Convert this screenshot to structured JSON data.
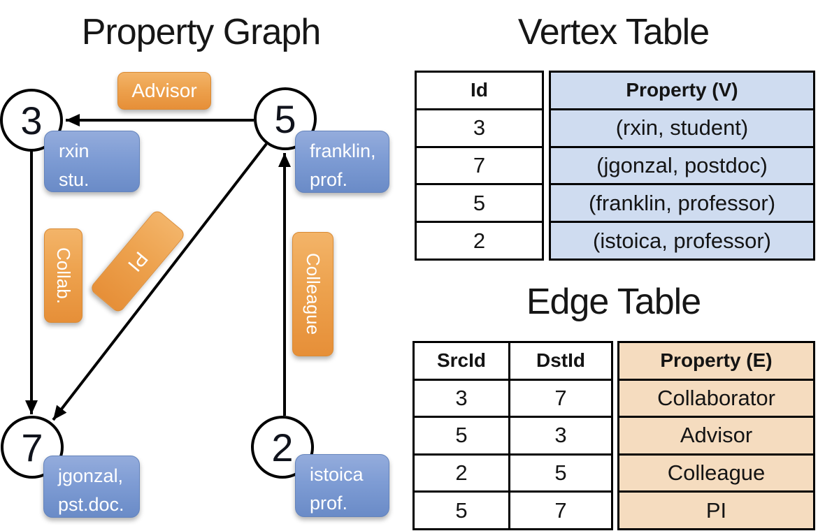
{
  "graph": {
    "title": "Property Graph",
    "nodes": [
      {
        "id": "3",
        "property": [
          "rxin",
          "stu."
        ]
      },
      {
        "id": "5",
        "property": [
          "franklin,",
          "prof."
        ]
      },
      {
        "id": "7",
        "property": [
          "jgonzal,",
          "pst.doc."
        ]
      },
      {
        "id": "2",
        "property": [
          "istoica",
          "prof."
        ]
      }
    ],
    "edge_labels": {
      "advisor": "Advisor",
      "collab": "Collab.",
      "pi": "PI",
      "colleague": "Colleague"
    }
  },
  "vertex_table": {
    "title": "Vertex Table",
    "columns": {
      "id": "Id",
      "property": "Property (V)"
    },
    "rows": [
      {
        "id": "3",
        "property": "(rxin, student)"
      },
      {
        "id": "7",
        "property": "(jgonzal, postdoc)"
      },
      {
        "id": "5",
        "property": "(franklin, professor)"
      },
      {
        "id": "2",
        "property": "(istoica, professor)"
      }
    ]
  },
  "edge_table": {
    "title": "Edge Table",
    "columns": {
      "src": "SrcId",
      "dst": "DstId",
      "property": "Property (E)"
    },
    "rows": [
      {
        "src": "3",
        "dst": "7",
        "property": "Collaborator"
      },
      {
        "src": "5",
        "dst": "3",
        "property": "Advisor"
      },
      {
        "src": "2",
        "dst": "5",
        "property": "Colleague"
      },
      {
        "src": "5",
        "dst": "7",
        "property": "PI"
      }
    ]
  },
  "colors": {
    "vertex_property_bg": "#cfdcf0",
    "edge_property_bg": "#f5dcbf",
    "edge_label_orange": "#eda24e",
    "vertex_label_blue": "#7e9cd4",
    "line_color": "#000000"
  }
}
